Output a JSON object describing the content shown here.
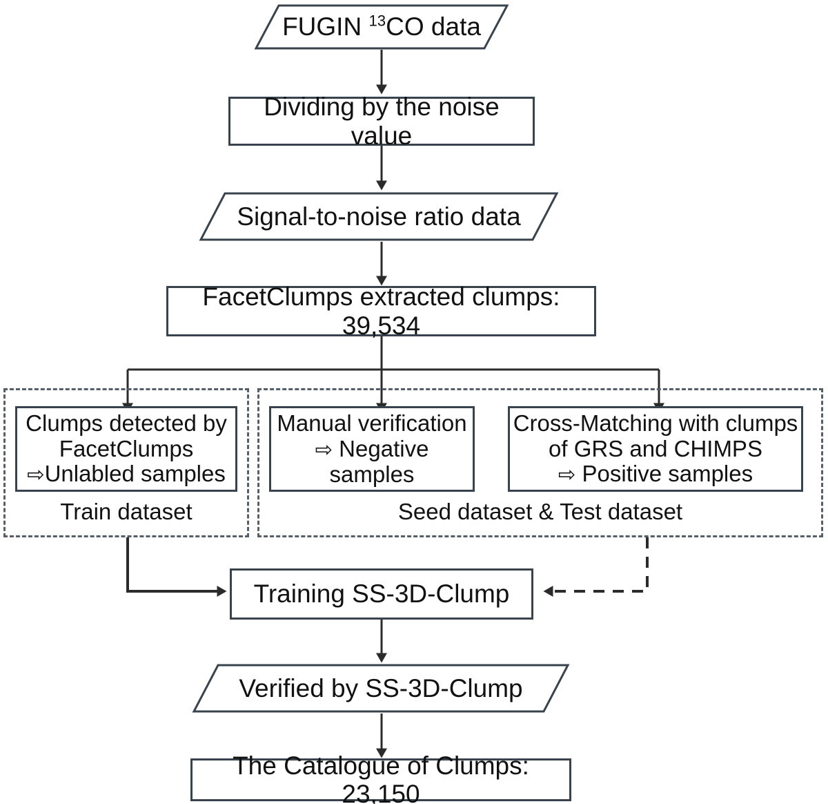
{
  "diagram": {
    "title": "SS-3D-Clump molecular clump detection pipeline",
    "colors": {
      "stroke": "#39434d",
      "dashed_stroke": "#555f6a",
      "fill": "#ffffff",
      "text": "#111111",
      "arrow": "#2b2b2b"
    }
  },
  "nodes": {
    "fugin_data": {
      "shape": "parallelogram",
      "label_prefix": "FUGIN ",
      "label_sup": "13",
      "label_suffix": "CO data"
    },
    "dividing_noise": {
      "shape": "rectangle",
      "label": "Dividing by the noise value"
    },
    "snr_data": {
      "shape": "parallelogram",
      "label": "Signal-to-noise ratio data"
    },
    "facetclumps_extracted": {
      "shape": "rectangle",
      "label": "FacetClumps extracted clumps: 39,534",
      "count": "39,534"
    },
    "clumps_detected": {
      "shape": "rectangle",
      "line1": "Clumps detected by",
      "line2": "FacetClumps",
      "arrow_glyph": "⇨",
      "line3": "Unlabled samples"
    },
    "manual_verification": {
      "shape": "rectangle",
      "line1": "Manual verification",
      "arrow_glyph": "⇨",
      "line2": " Negative samples"
    },
    "cross_matching": {
      "shape": "rectangle",
      "line1": "Cross-Matching with clumps",
      "line2": "of GRS and CHIMPS",
      "arrow_glyph": "⇨",
      "line3": " Positive samples"
    },
    "training": {
      "shape": "rectangle",
      "label": "Training SS-3D-Clump"
    },
    "verified": {
      "shape": "parallelogram",
      "label": "Verified by SS-3D-Clump"
    },
    "catalogue": {
      "shape": "rectangle",
      "label": "The Catalogue of Clumps: 23,150",
      "count": "23,150"
    }
  },
  "groups": {
    "train": {
      "caption": "Train dataset",
      "style": "dashed"
    },
    "seed_test": {
      "caption": "Seed dataset & Test dataset",
      "style": "dashed"
    }
  },
  "edges": [
    {
      "from": "fugin_data",
      "to": "dividing_noise",
      "style": "solid",
      "arrow": true
    },
    {
      "from": "dividing_noise",
      "to": "snr_data",
      "style": "solid",
      "arrow": true
    },
    {
      "from": "snr_data",
      "to": "facetclumps_extracted",
      "style": "solid",
      "arrow": true
    },
    {
      "from": "facetclumps_extracted",
      "to": "clumps_detected",
      "style": "solid",
      "arrow": true
    },
    {
      "from": "facetclumps_extracted",
      "to": "manual_verification",
      "style": "solid",
      "arrow": true
    },
    {
      "from": "facetclumps_extracted",
      "to": "cross_matching",
      "style": "solid",
      "arrow": true
    },
    {
      "from": "train",
      "to": "training",
      "style": "solid",
      "arrow": true
    },
    {
      "from": "seed_test",
      "to": "training",
      "style": "dashed",
      "arrow": true
    },
    {
      "from": "training",
      "to": "verified",
      "style": "solid",
      "arrow": true
    },
    {
      "from": "verified",
      "to": "catalogue",
      "style": "solid",
      "arrow": true
    }
  ]
}
